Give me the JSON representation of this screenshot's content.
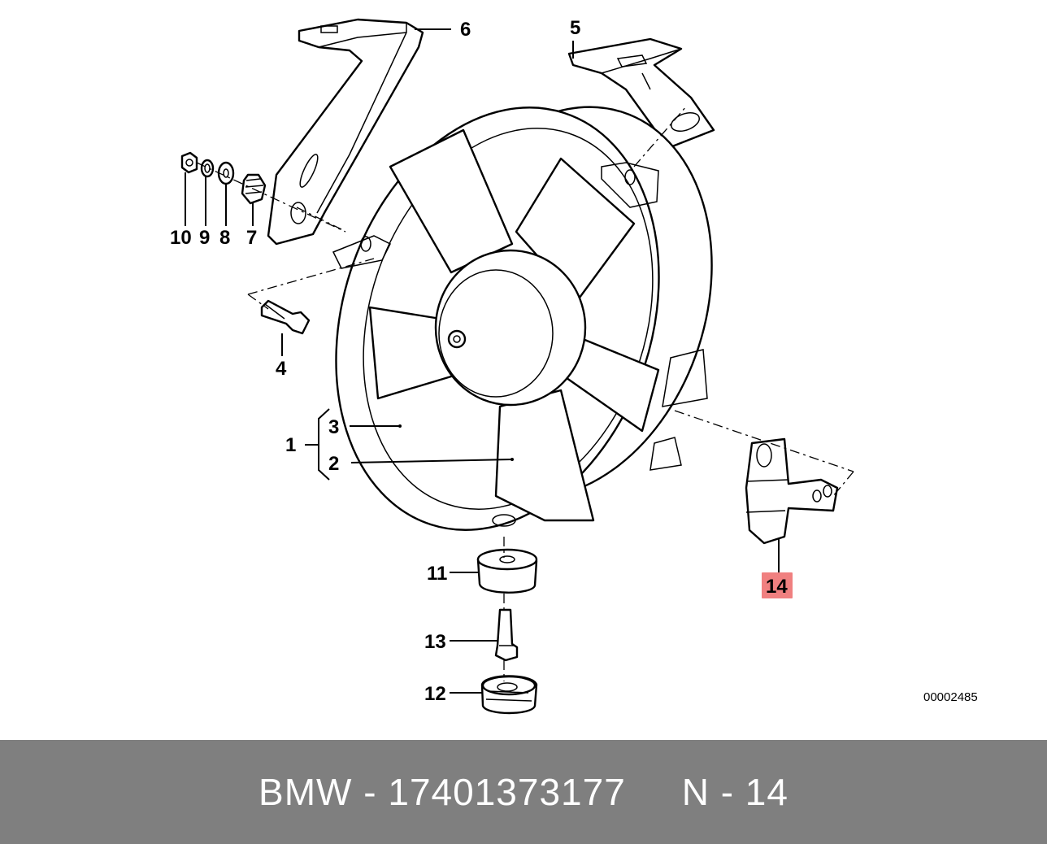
{
  "labels": {
    "p1": "1",
    "p2": "2",
    "p3": "3",
    "p4": "4",
    "p5": "5",
    "p6": "6",
    "p7": "7",
    "p8": "8",
    "p9": "9",
    "p10": "10",
    "p11": "11",
    "p12": "12",
    "p13": "13",
    "p14": "14"
  },
  "diagram_code": "00002485",
  "footer": {
    "brand": "BMW",
    "separator": " - ",
    "part_number": "17401373177",
    "gap": "     ",
    "position": "N - 14"
  },
  "colors": {
    "highlight": "#f08080",
    "footer_bg": "#7f7f7f",
    "footer_text": "#ffffff"
  }
}
